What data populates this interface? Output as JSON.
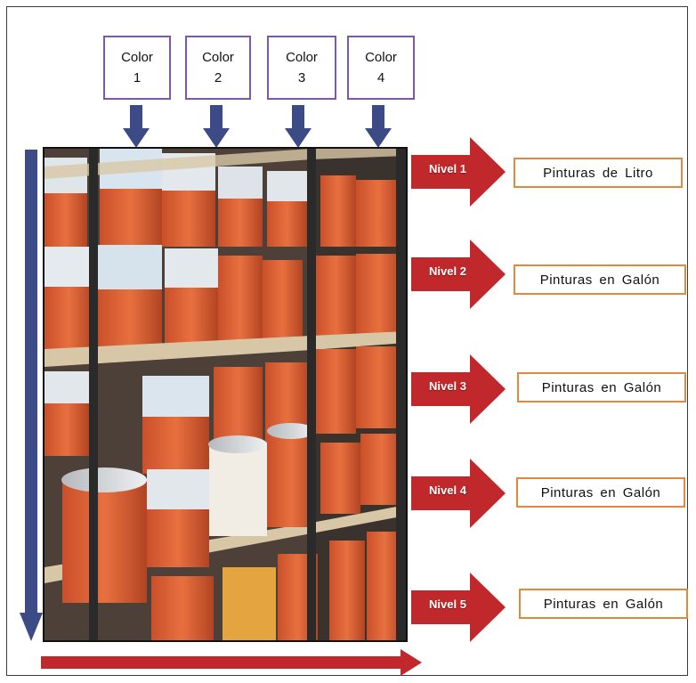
{
  "colors": [
    {
      "label": "Color\n1"
    },
    {
      "label": "Color\n2"
    },
    {
      "label": "Color\n3"
    },
    {
      "label": "Color\n4"
    }
  ],
  "levels": [
    {
      "arrow_label": "Nivel 1",
      "description": "Pinturas de Litro"
    },
    {
      "arrow_label": "Nivel 2",
      "description": "Pinturas en Galón"
    },
    {
      "arrow_label": "Nivel 3",
      "description": "Pinturas en Galón"
    },
    {
      "arrow_label": "Nivel 4",
      "description": "Pinturas en Galón"
    },
    {
      "arrow_label": "Nivel 5",
      "description": "Pinturas en Galón"
    }
  ],
  "palette": {
    "column_arrow": "#3c4a85",
    "level_arrow": "#c0282b",
    "color_box_border": "#7a5aa6",
    "level_box_border": "#e0883b"
  }
}
